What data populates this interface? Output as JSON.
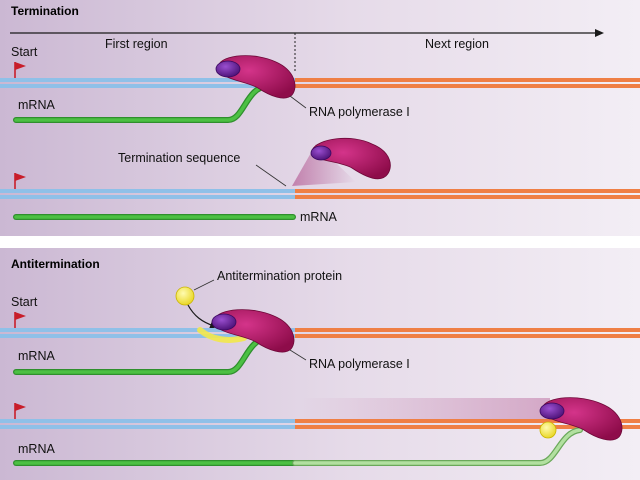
{
  "panels": {
    "termination": {
      "title": "Termination",
      "arrow_left_label": "First region",
      "arrow_right_label": "Next region",
      "start_label": "Start",
      "mrna_label_1": "mRNA",
      "polymerase_label": "RNA polymerase I",
      "termination_sequence_label": "Termination sequence",
      "mrna_label_2": "mRNA"
    },
    "antitermination": {
      "title": "Antitermination",
      "protein_label": "Antitermination protein",
      "start_label": "Start",
      "mrna_label_1": "mRNA",
      "polymerase_label": "RNA polymerase I",
      "mrna_label_2": "mRNA"
    }
  },
  "colors": {
    "background": "#e0d3e4",
    "dna_first_region": "#8fc0e8",
    "dna_next_region": "#ef7f45",
    "mrna": "#3fae3a",
    "mrna_light": "#9fd48e",
    "polymerase": "#b5145f",
    "polymerase_subunit": "#6a1fa0",
    "antitermination_protein": "#f2e84a",
    "start_flag": "#c81e2a"
  },
  "icons": [
    "start-flag-icon",
    "rna-polymerase-icon",
    "antitermination-protein-icon"
  ]
}
